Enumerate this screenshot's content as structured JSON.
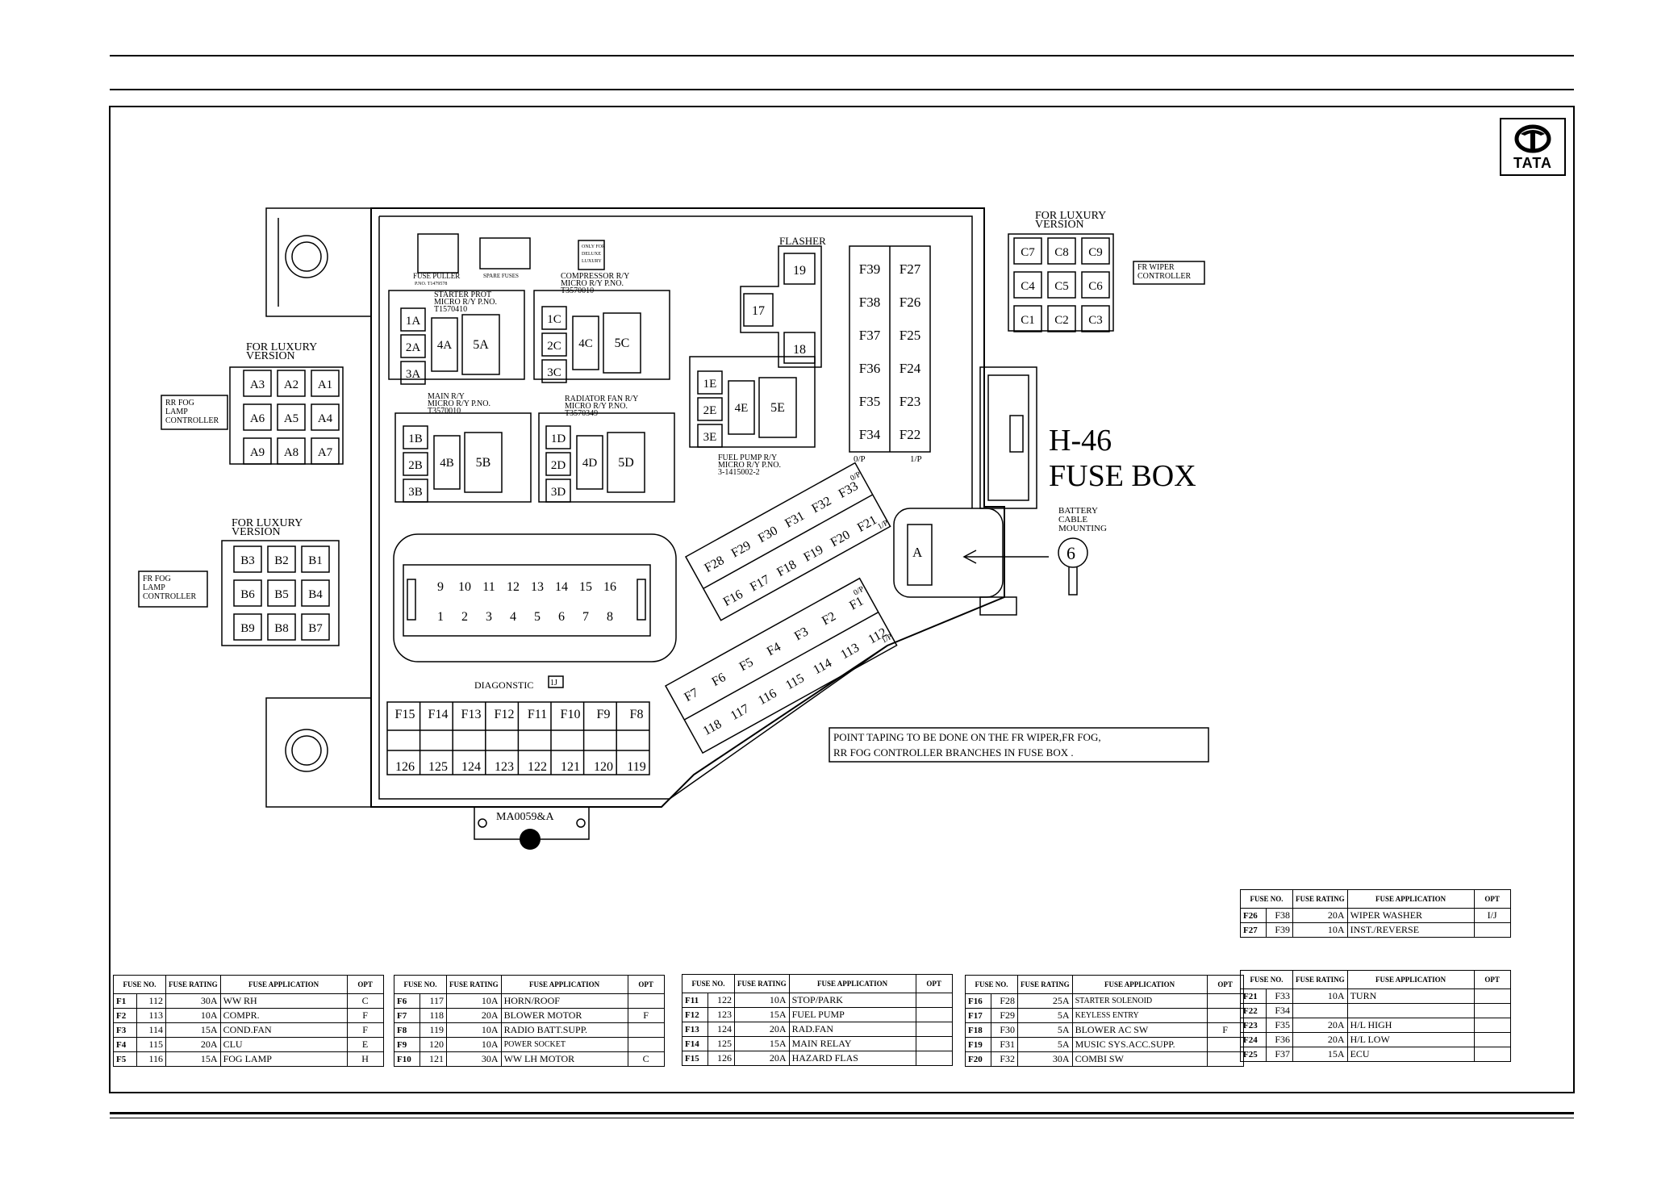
{
  "brand": {
    "logo_text": "TATA"
  },
  "title": {
    "line1": "H-46",
    "line2": "FUSE BOX"
  },
  "labels": {
    "flasher": "FLASHER",
    "fuse_puller": "FUSE PULLER",
    "fuse_puller_pno": "P.NO. T1479578",
    "spare_fuses": "SPARE FUSES",
    "only_for_deluxe": [
      "ONLY FOR",
      "DELUXE",
      "LUXURY"
    ],
    "compressor_relay": [
      "COMPRESSOR R/Y",
      "MICRO R/Y P.NO.",
      "T3570010"
    ],
    "starter_prot": [
      "STARTER PROT",
      "MICRO R/Y P.NO.",
      "T1570410"
    ],
    "main_relay": [
      "MAIN R/Y",
      "MICRO R/Y P.NO.",
      "T3570010"
    ],
    "radiator_fan": [
      "RADIATOR FAN R/Y",
      "MICRO R/Y P.NO.",
      "T3570349"
    ],
    "fuel_pump": [
      "FUEL PUMP R/Y",
      "MICRO R/Y P.NO.",
      "3-1415002-2"
    ],
    "for_luxury": [
      "FOR LUXURY",
      "VERSION"
    ],
    "rr_fog": [
      "RR FOG",
      "LAMP",
      "CONTROLLER"
    ],
    "fr_fog": [
      "FR FOG",
      "LAMP",
      "CONTROLLER"
    ],
    "fr_wiper": [
      "FR WIPER",
      "CONTROLLER"
    ],
    "battery": [
      "BATTERY",
      "CABLE",
      "MOUNTING"
    ],
    "battery_num": "6",
    "diagnostic": "DIAGONSTIC",
    "diag_code": "1J",
    "op": "0/P",
    "ip": "1/P",
    "part_no": "MA0059&A",
    "note": [
      "POINT TAPING TO BE DONE ON THE FR WIPER,FR FOG,",
      "RR FOG   CONTROLLER   BRANCHES IN FUSE BOX ."
    ],
    "connector_a": "A"
  },
  "relays": {
    "r1": [
      "1A",
      "2A",
      "3A",
      "4A",
      "5A"
    ],
    "r2": [
      "1C",
      "2C",
      "3C",
      "4C",
      "5C"
    ],
    "r3": [
      "1B",
      "2B",
      "3B",
      "4B",
      "5B"
    ],
    "r4": [
      "1D",
      "2D",
      "3D",
      "4D",
      "5D"
    ],
    "r5": [
      "1E",
      "2E",
      "3E",
      "4E",
      "5E"
    ],
    "flasher": [
      "17",
      "19",
      "18"
    ]
  },
  "fuse_columns": {
    "left": [
      "F39",
      "F38",
      "F37",
      "F36",
      "F35",
      "F34"
    ],
    "right": [
      "F27",
      "F26",
      "F25",
      "F24",
      "F23",
      "F22"
    ]
  },
  "connectors": {
    "A": [
      "A3",
      "A2",
      "A1",
      "A6",
      "A5",
      "A4",
      "A9",
      "A8",
      "A7"
    ],
    "B": [
      "B3",
      "B2",
      "B1",
      "B6",
      "B5",
      "B4",
      "B9",
      "B8",
      "B7"
    ],
    "C": [
      "C7",
      "C8",
      "C9",
      "C4",
      "C5",
      "C6",
      "C1",
      "C2",
      "C3"
    ]
  },
  "diagnostic_pins": {
    "top": [
      "9",
      "10",
      "11",
      "12",
      "13",
      "14",
      "15",
      "16"
    ],
    "bottom": [
      "1",
      "2",
      "3",
      "4",
      "5",
      "6",
      "7",
      "8"
    ]
  },
  "bottom_fuses": {
    "top": [
      "F15",
      "F14",
      "F13",
      "F12",
      "F11",
      "F10",
      "F9",
      "F8"
    ],
    "bottom": [
      "126",
      "125",
      "124",
      "123",
      "122",
      "121",
      "120",
      "119"
    ]
  },
  "diag_row1": {
    "top": [
      "F28",
      "F29",
      "F30",
      "F31",
      "F32",
      "F33"
    ],
    "bottom": [
      "F16",
      "F17",
      "F18",
      "F19",
      "F20",
      "F21"
    ]
  },
  "diag_row2": {
    "top": [
      "F7",
      "F6",
      "F5",
      "F4",
      "F3",
      "F2",
      "F1"
    ],
    "bottom": [
      "118",
      "117",
      "116",
      "115",
      "114",
      "113",
      "112"
    ]
  },
  "table_headers": {
    "no": "FUSE NO.",
    "rating": "FUSE RATING",
    "app": "FUSE APPLICATION",
    "opt": "OPT"
  },
  "tables": [
    {
      "rows": [
        [
          "F1",
          "112",
          "30A",
          "WW RH",
          "C"
        ],
        [
          "F2",
          "113",
          "10A",
          "COMPR.",
          "F"
        ],
        [
          "F3",
          "114",
          "15A",
          "COND.FAN",
          "F"
        ],
        [
          "F4",
          "115",
          "20A",
          "CLU",
          "E"
        ],
        [
          "F5",
          "116",
          "15A",
          "FOG LAMP",
          "H"
        ]
      ]
    },
    {
      "rows": [
        [
          "F6",
          "117",
          "10A",
          "HORN/ROOF",
          ""
        ],
        [
          "F7",
          "118",
          "20A",
          "BLOWER MOTOR",
          "F"
        ],
        [
          "F8",
          "119",
          "10A",
          "RADIO BATT.SUPP.",
          ""
        ],
        [
          "F9",
          "120",
          "10A",
          "POWER SOCKET",
          ""
        ],
        [
          "F10",
          "121",
          "30A",
          "WW LH MOTOR",
          "C"
        ]
      ]
    },
    {
      "rows": [
        [
          "F11",
          "122",
          "10A",
          "STOP/PARK",
          ""
        ],
        [
          "F12",
          "123",
          "15A",
          "FUEL PUMP",
          ""
        ],
        [
          "F13",
          "124",
          "20A",
          "RAD.FAN",
          ""
        ],
        [
          "F14",
          "125",
          "15A",
          "MAIN RELAY",
          ""
        ],
        [
          "F15",
          "126",
          "20A",
          "HAZARD FLAS",
          ""
        ]
      ]
    },
    {
      "rows": [
        [
          "F16",
          "F28",
          "25A",
          "STARTER SOLENOID",
          ""
        ],
        [
          "F17",
          "F29",
          "5A",
          "KEYLESS ENTRY",
          ""
        ],
        [
          "F18",
          "F30",
          "5A",
          "BLOWER AC SW",
          "F"
        ],
        [
          "F19",
          "F31",
          "5A",
          "MUSIC SYS.ACC.SUPP.",
          ""
        ],
        [
          "F20",
          "F32",
          "30A",
          "COMBI SW",
          ""
        ]
      ]
    },
    {
      "rows": [
        [
          "F21",
          "F33",
          "10A",
          "TURN",
          ""
        ],
        [
          "F22",
          "F34",
          "",
          "",
          ""
        ],
        [
          "F23",
          "F35",
          "20A",
          "H/L HIGH",
          ""
        ],
        [
          "F24",
          "F36",
          "20A",
          "H/L LOW",
          ""
        ],
        [
          "F25",
          "F37",
          "15A",
          "ECU",
          ""
        ]
      ]
    },
    {
      "rows": [
        [
          "F26",
          "F38",
          "20A",
          "WIPER WASHER",
          "I/J"
        ],
        [
          "F27",
          "F39",
          "10A",
          "INST./REVERSE",
          ""
        ]
      ]
    }
  ]
}
